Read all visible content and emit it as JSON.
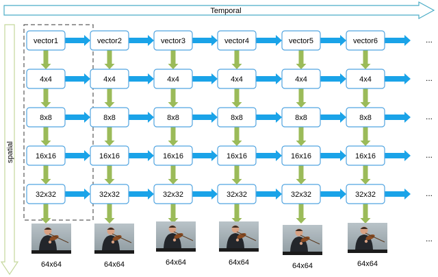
{
  "axes": {
    "temporal_label": "Temporal",
    "spatial_label": "spatial"
  },
  "rows": [
    "vector",
    "4x4",
    "8x8",
    "16x16",
    "32x32"
  ],
  "columns": [
    {
      "vector_label": "vector1",
      "frame_label": "64x64"
    },
    {
      "vector_label": "vector2",
      "frame_label": "64x64"
    },
    {
      "vector_label": "vector3",
      "frame_label": "64x64"
    },
    {
      "vector_label": "vector4",
      "frame_label": "64x64"
    },
    {
      "vector_label": "vector5",
      "frame_label": "64x64"
    },
    {
      "vector_label": "vector6",
      "frame_label": "64x64"
    }
  ],
  "continuation": "...",
  "colors": {
    "box_border": "#4fa3e0",
    "temporal_arrow": "#1aa3e8",
    "spatial_arrow": "#9bbb59",
    "axis_outline_temporal": "#4bacc6",
    "axis_outline_spatial": "#c4d79b",
    "dashed_box": "#333333",
    "text": "#000000"
  },
  "icons": {
    "frame": "violinist-video-frame"
  }
}
